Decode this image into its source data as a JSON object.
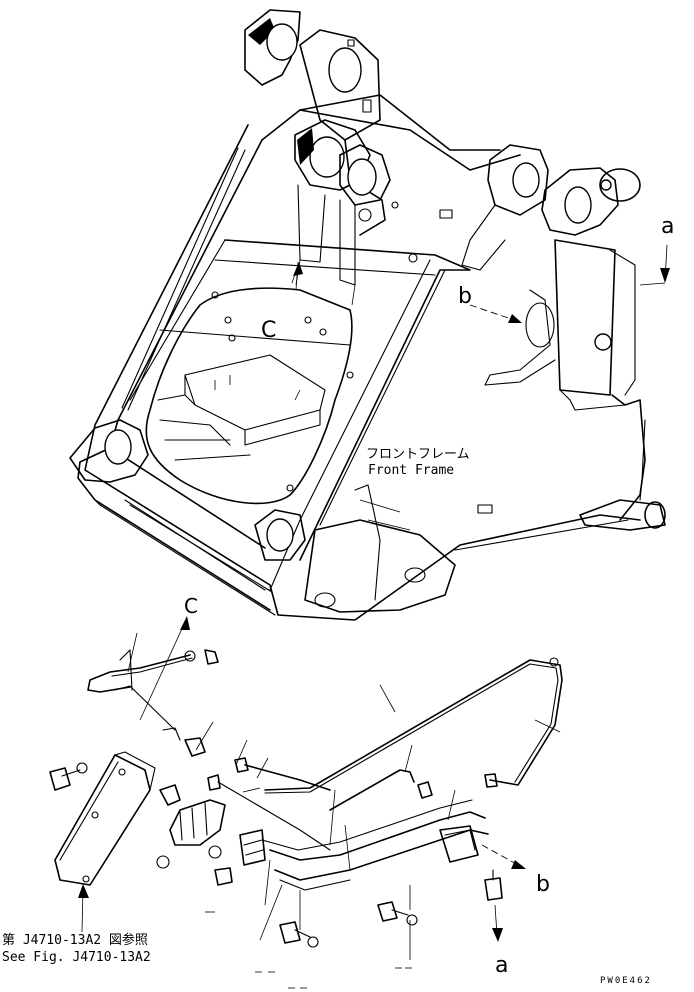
{
  "frame_caption": {
    "japanese": "フロントフレーム",
    "english": "Front Frame"
  },
  "callouts": {
    "c_top": "C",
    "b_top": "b",
    "a_top": "a",
    "c_bottom": "C",
    "b_bottom": "b",
    "a_bottom": "a"
  },
  "reference": {
    "japanese": "第 J4710-13A2 図参照",
    "english": "See Fig. J4710-13A2"
  },
  "drawing_code": "PW0E462"
}
